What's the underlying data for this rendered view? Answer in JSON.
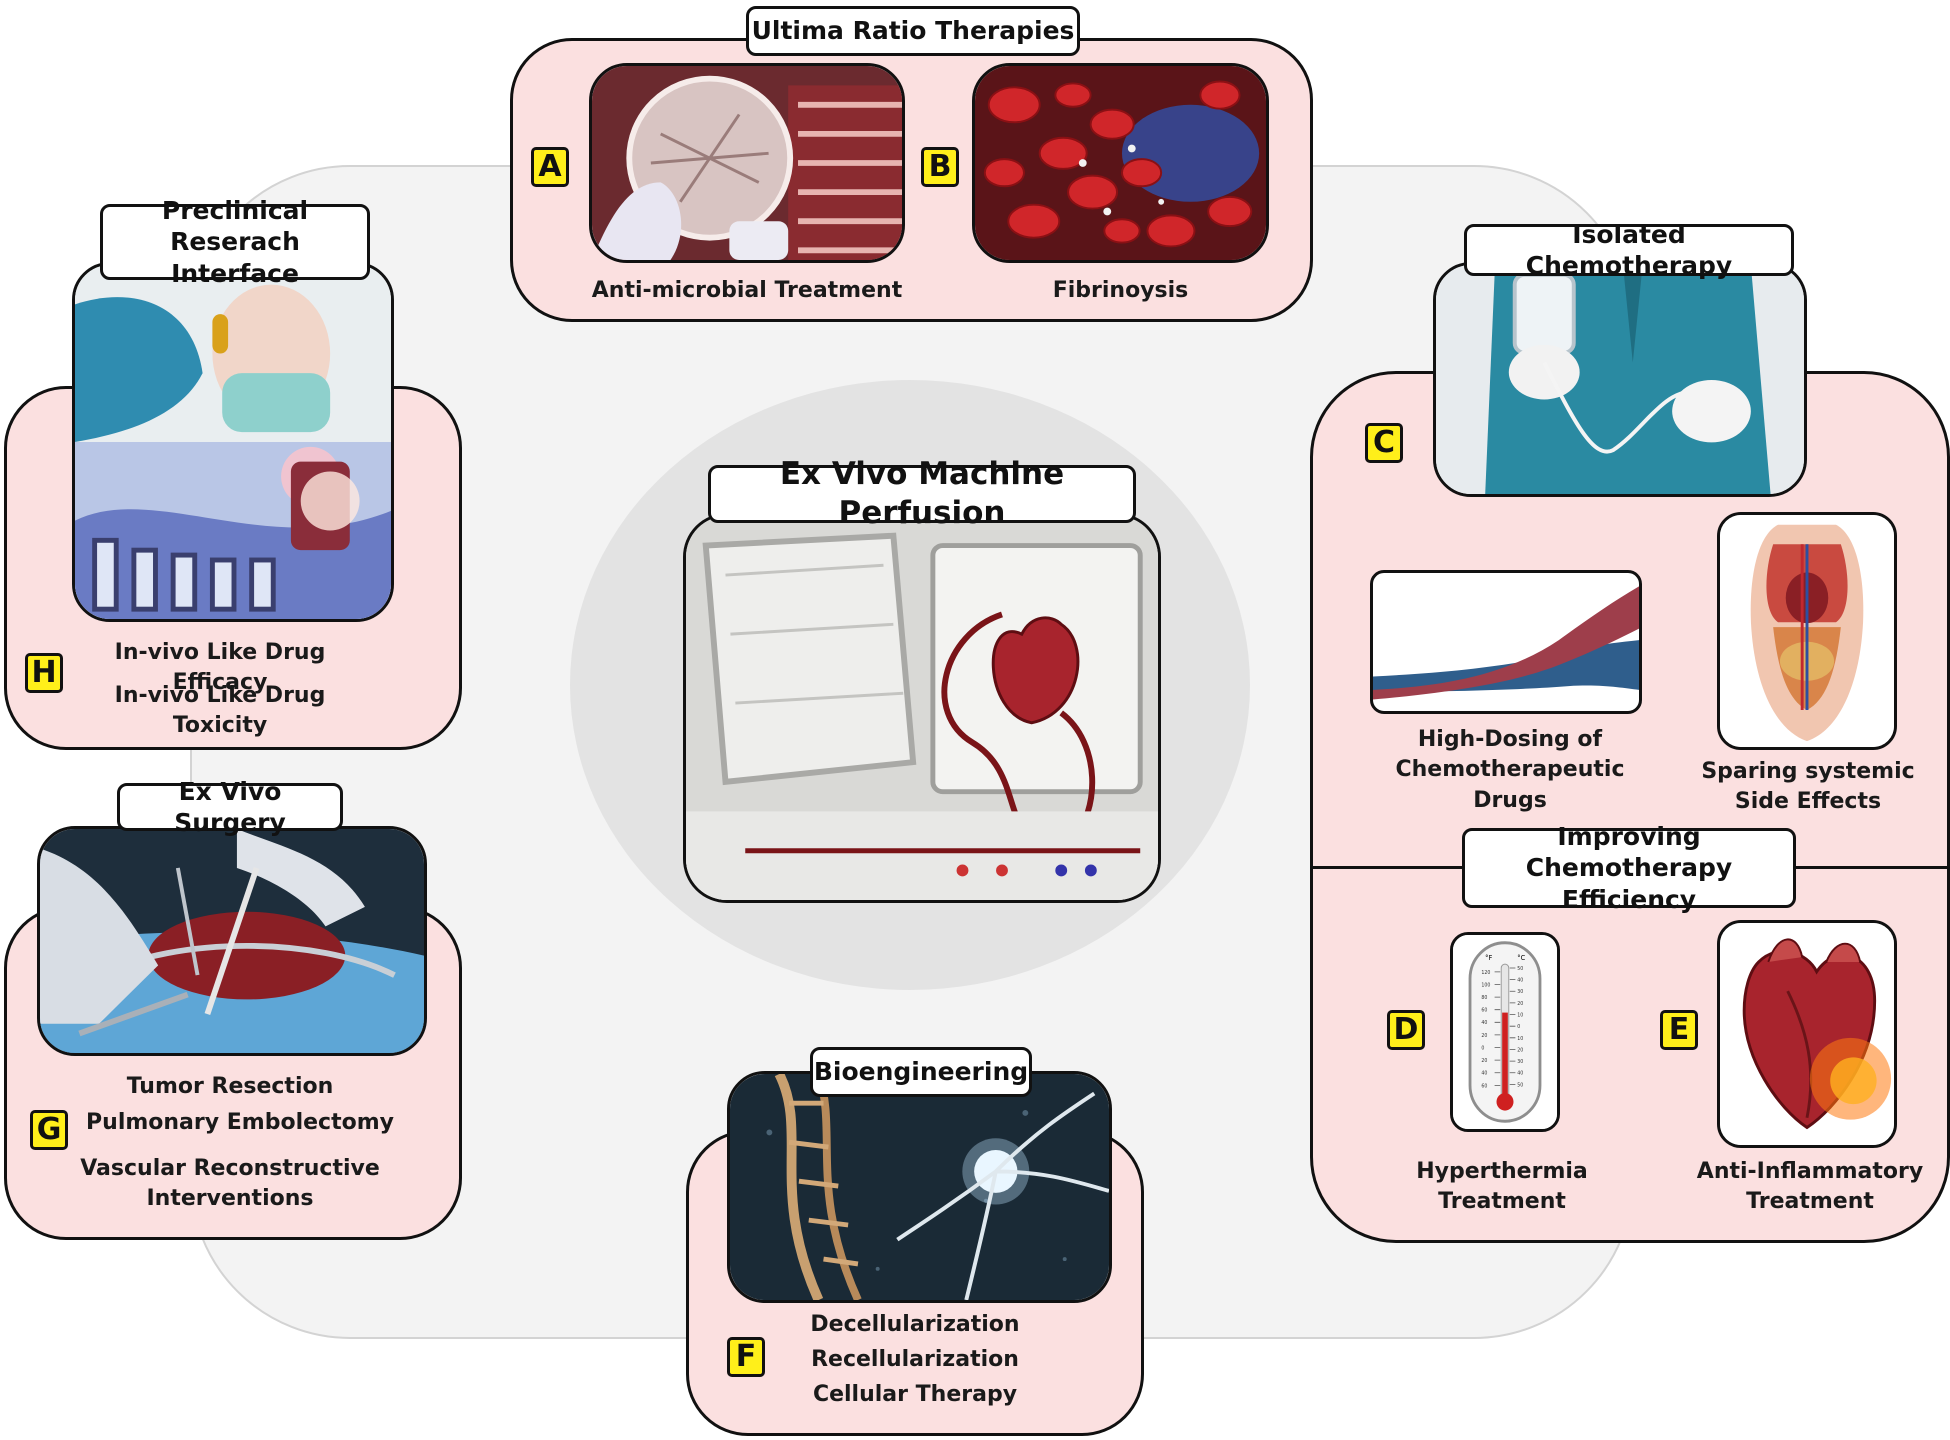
{
  "center": {
    "title": "Ex Vivo Machine Perfusion"
  },
  "ultima": {
    "title": "Ultima Ratio Therapies",
    "a": {
      "letter": "A",
      "caption": "Anti-microbial Treatment"
    },
    "b": {
      "letter": "B",
      "caption": "Fibrinoysis"
    }
  },
  "chemo": {
    "title": "Isolated Chemotherapy",
    "letter": "C",
    "dosing_caption": "High-Dosing of\nChemotherapeutic Drugs",
    "sparing_caption": "Sparing systemic\nSide Effects",
    "improving_title": "Improving Chemotherapy\nEfficiency",
    "d": {
      "letter": "D",
      "caption": "Hyperthermia\nTreatment"
    },
    "e": {
      "letter": "E",
      "caption": "Anti-Inflammatory\nTreatment"
    },
    "thermo_scale_f": [
      "120",
      "100",
      "80",
      "60",
      "40",
      "20",
      "0",
      "20",
      "40",
      "60"
    ],
    "thermo_scale_c": [
      "50",
      "40",
      "30",
      "20",
      "10",
      "0",
      "10",
      "20",
      "30",
      "40",
      "50"
    ],
    "thermo_unit_f": "°F",
    "thermo_unit_c": "°C"
  },
  "preclinical": {
    "title": "Preclinical Reserach\nInterface",
    "letter": "H",
    "item1": "In-vivo Like Drug Efficacy",
    "item2": "In-vivo Like Drug Toxicity"
  },
  "surgery": {
    "title": "Ex Vivo Surgery",
    "letter": "G",
    "item1": "Tumor Resection",
    "item2": "Pulmonary Embolectomy",
    "item3": "Vascular Reconstructive\nInterventions"
  },
  "bio": {
    "title": "Bioengineering",
    "letter": "F",
    "item1": "Decellularization",
    "item2": "Recellularization",
    "item3": "Cellular Therapy"
  },
  "colors": {
    "panel_fill": "#fbe0e0",
    "letter_fill": "#ffef1a",
    "curve_red": "#9e3e4b",
    "curve_blue": "#2f5e8c"
  }
}
